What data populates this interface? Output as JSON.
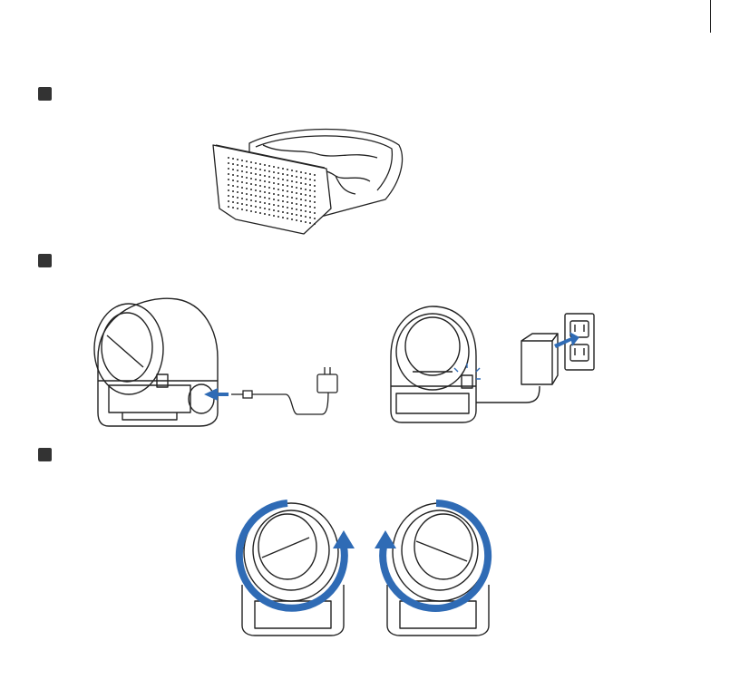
{
  "colors": {
    "accent": "#2f6bb5",
    "line": "#222222",
    "marker": "#333333"
  },
  "steps": [
    {
      "marker": "step-1",
      "illustration": "waste-drawer-with-liner-bag"
    },
    {
      "marker": "step-2",
      "illustration": "plug-power-adapter-into-unit-and-outlet"
    },
    {
      "marker": "step-3",
      "illustration": "rotate-drum-clockwise-and-counterclockwise"
    }
  ]
}
